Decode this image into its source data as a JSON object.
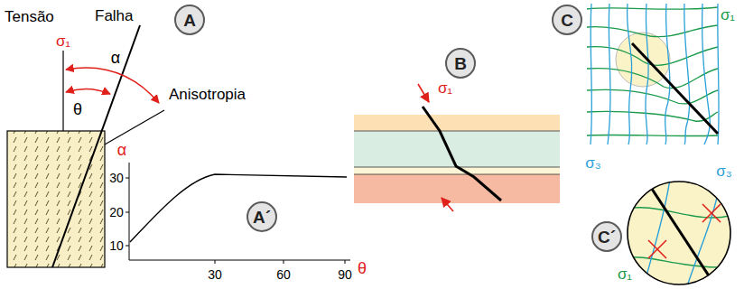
{
  "diagram": {
    "nodes": [
      {
        "text": [
          "A"
        ]
      },
      {
        "text": [
          "B"
        ]
      },
      {
        "text": [
          "C"
        ]
      },
      {
        "text": [
          "A´"
        ]
      },
      {
        "text": [
          "C´"
        ]
      }
    ],
    "labels": [
      "Tensão",
      "σ₁",
      "Falha",
      "α",
      "θ",
      "Anisotropia",
      "α",
      "30",
      "20",
      "10",
      "30",
      "60",
      "90",
      "θ",
      "σ₁",
      "σ₁",
      "σ₃",
      "σ₃",
      "σ₁"
    ]
  }
}
